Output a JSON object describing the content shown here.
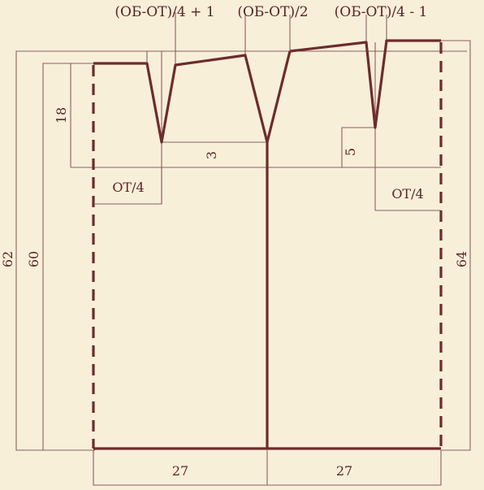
{
  "colors": {
    "background": "#f8efd9",
    "thin_line": "#8a5f5f",
    "bold_line": "#6e2b2b",
    "text": "#5a2424"
  },
  "labels": {
    "formula_left": "(ОБ-ОТ)/4 + 1",
    "formula_mid": "(ОБ-ОТ)/2",
    "formula_right": "(ОБ-ОТ)/4 - 1",
    "dim_18": "18",
    "dim_3": "3",
    "dim_5": "5",
    "ot_left": "ОТ/4",
    "ot_right": "ОТ/4",
    "dim_62": "62",
    "dim_60": "60",
    "dim_64": "64",
    "bottom_left": "27",
    "bottom_right": "27"
  }
}
